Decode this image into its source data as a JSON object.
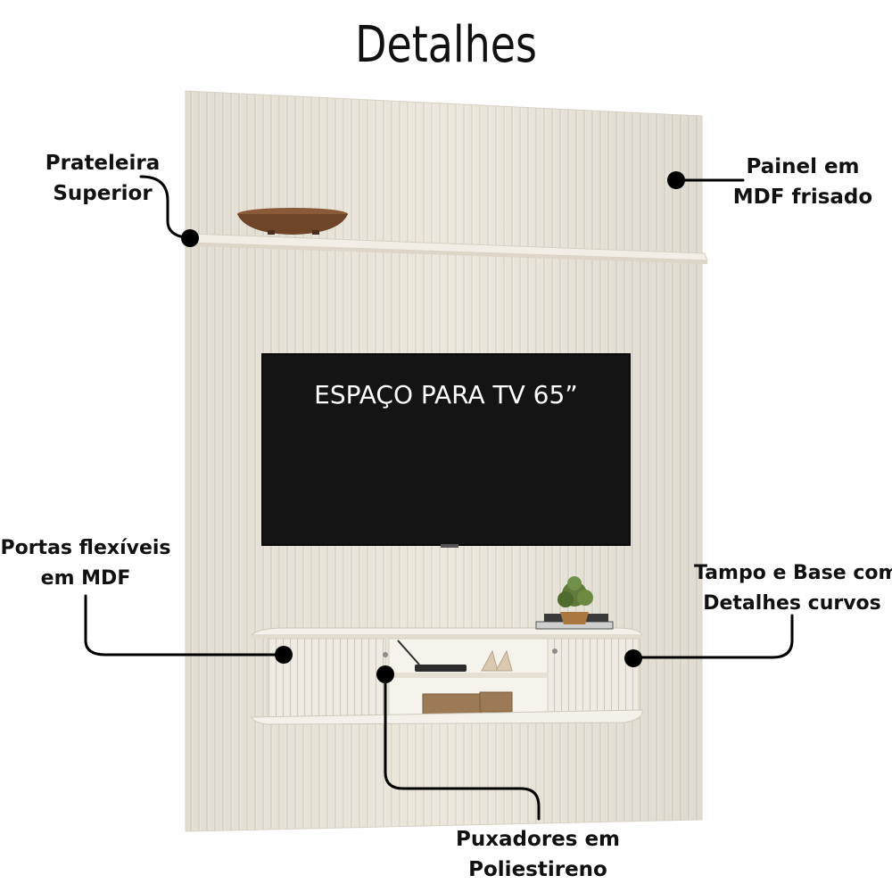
{
  "title": "Detalhes",
  "tv_label": "ESPAÇO PARA TV 65”",
  "callouts": {
    "top_shelf": {
      "line1": "Prateleira",
      "line2": "Superior"
    },
    "panel": {
      "line1": "Painel em",
      "line2": "MDF frisado"
    },
    "doors": {
      "line1": "Portas flexíveis",
      "line2": "em MDF"
    },
    "top_base": {
      "line1": "Tampo e Base com",
      "line2": "Detalhes curvos"
    },
    "handles": {
      "line1": "Puxadores em",
      "line2": "Poliestireno"
    }
  },
  "colors": {
    "panel": "#ece7dc",
    "panel_groove": "#d6d0c3",
    "tv_screen": "#141414",
    "marker": "#000000",
    "text": "#111111"
  },
  "icons": [
    "callout-dot-marker",
    "decorative-bowl",
    "potted-plant",
    "stacked-books",
    "router",
    "wooden-box"
  ]
}
